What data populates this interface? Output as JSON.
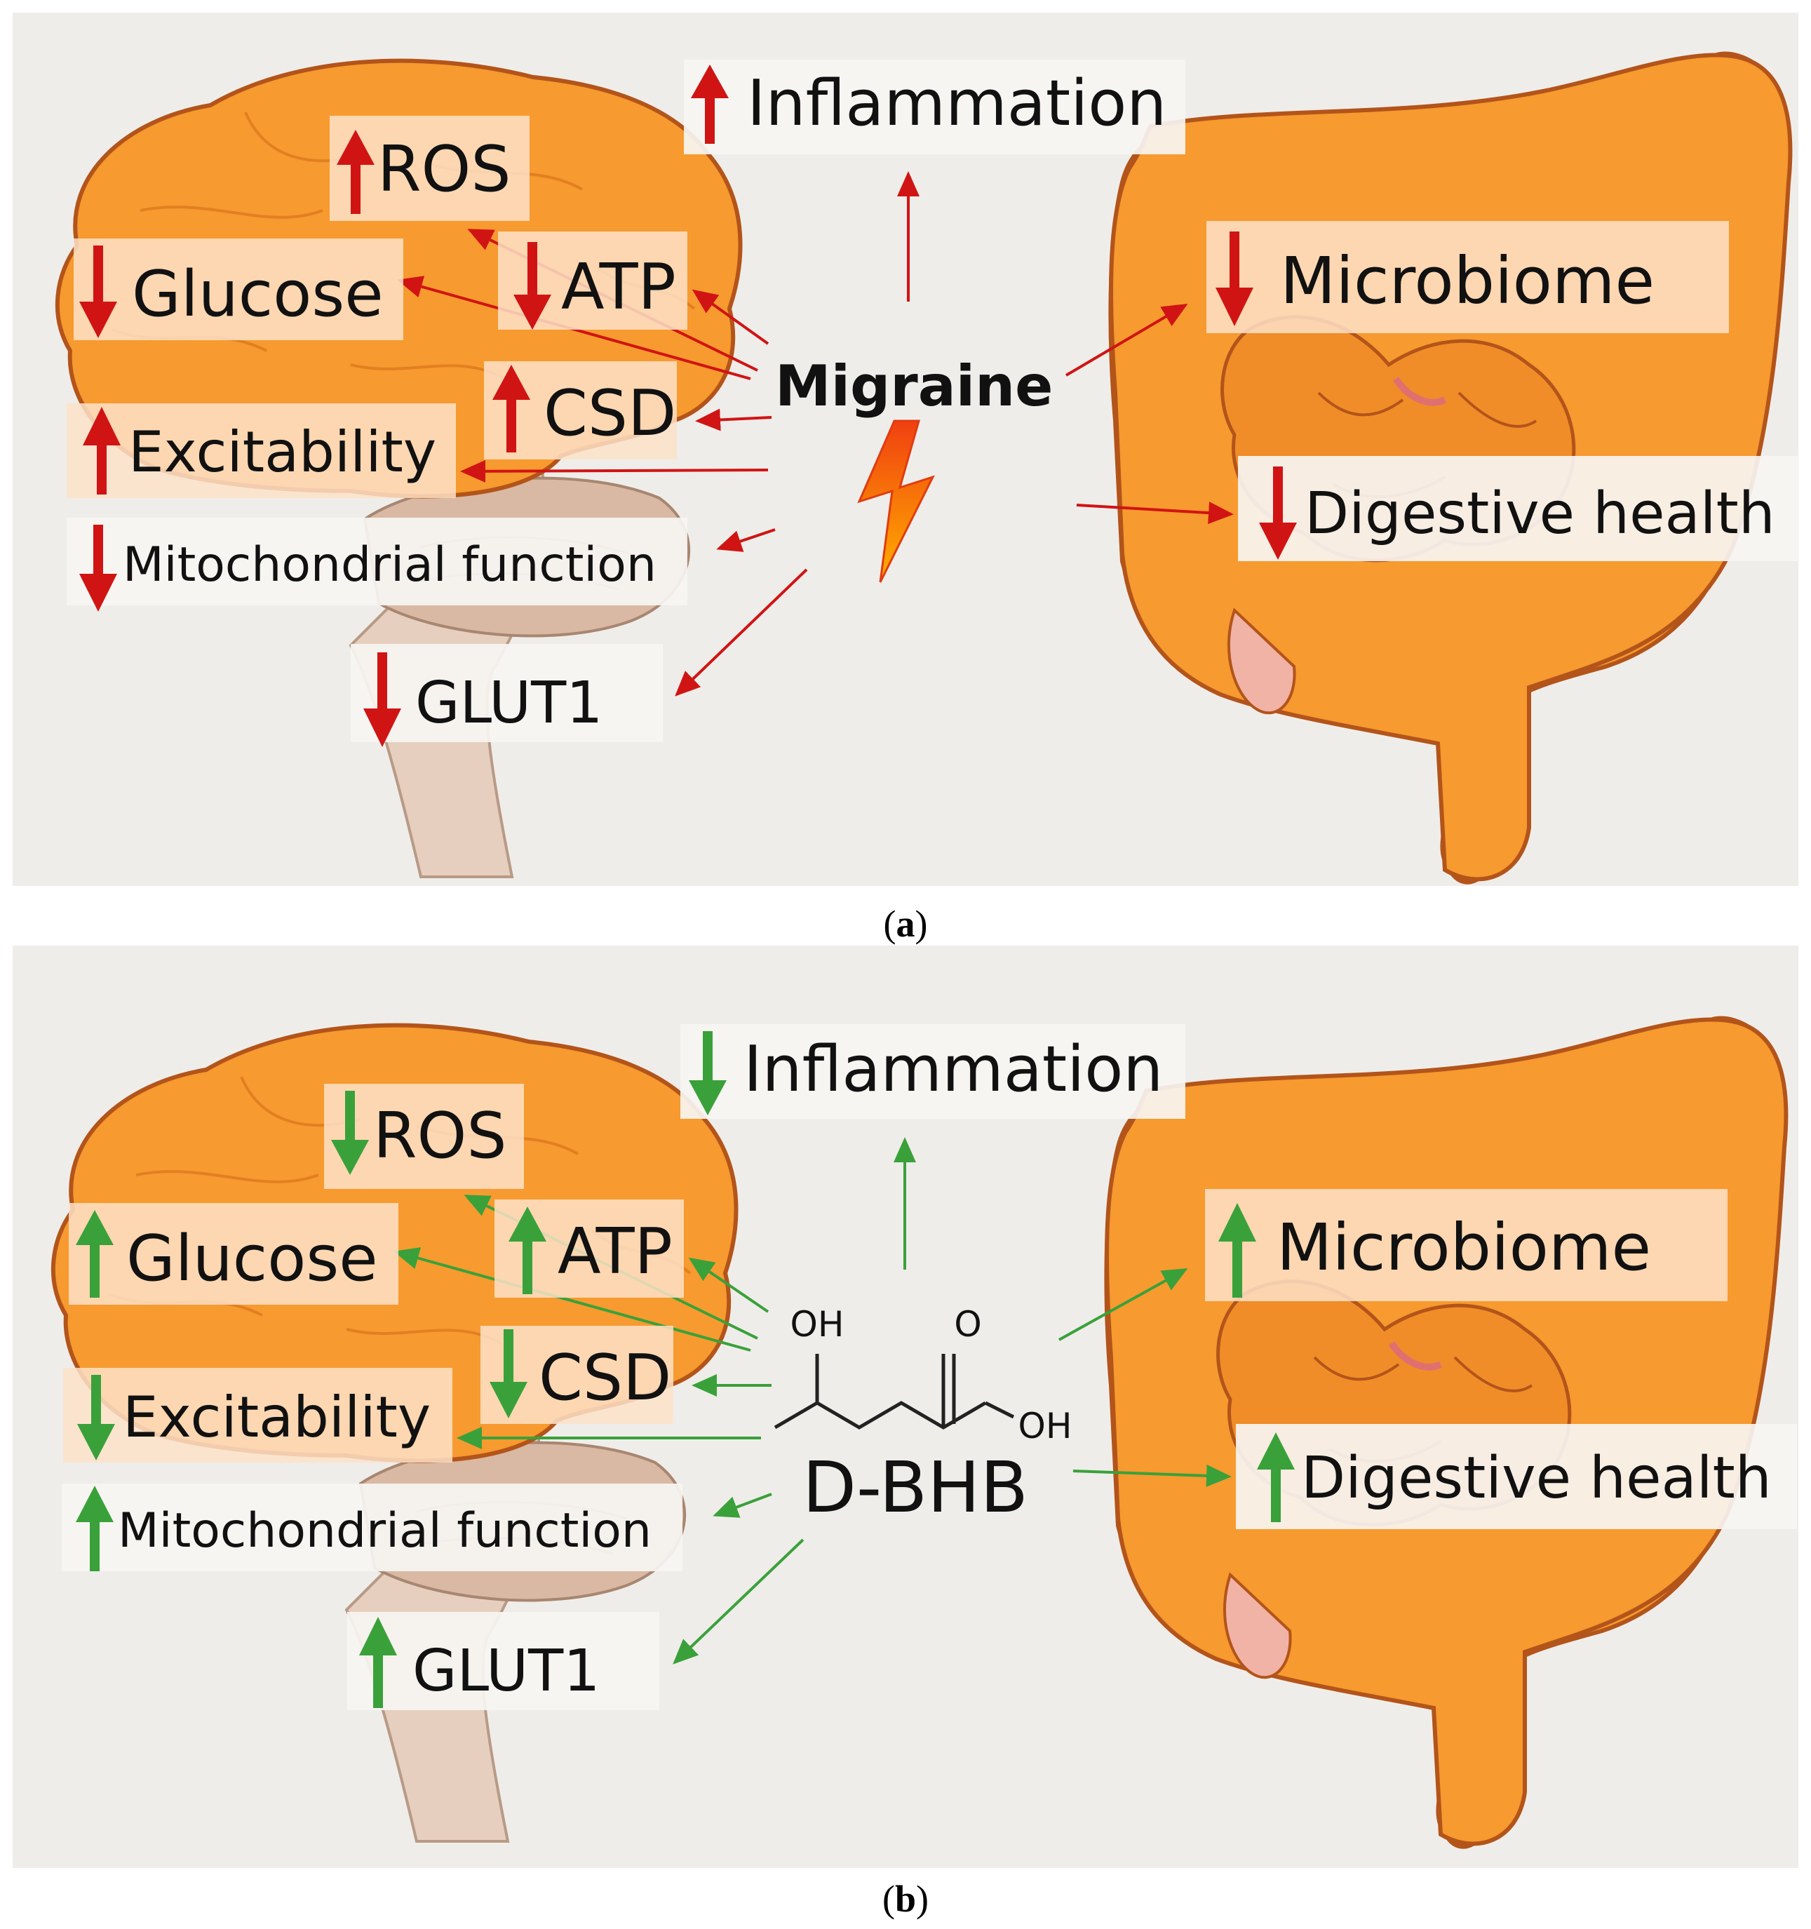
{
  "colors": {
    "panel_bg": "#efedea",
    "organ_orange": "#f79a2f",
    "organ_outline": "#b3541a",
    "up_red": "#d01414",
    "down_green": "#3aa13a",
    "brainstem": "#d9b9a3"
  },
  "icons": {
    "lightning": "lightning-bolt-icon",
    "brain": "brain-illustration",
    "intestine": "intestine-illustration"
  },
  "panel_a": {
    "caption_open": "(",
    "caption_letter": "a",
    "caption_close": ")",
    "center_label": "Migraine",
    "labels": {
      "inflammation": "Inflammation",
      "ros": "ROS",
      "glucose": "Glucose",
      "atp": "ATP",
      "csd": "CSD",
      "excitability": "Excitability",
      "mito": "Mitochondrial function",
      "glut1": "GLUT1",
      "microbiome": "Microbiome",
      "digestive": "Digestive health"
    }
  },
  "panel_b": {
    "caption_open": "(",
    "caption_letter": "b",
    "caption_close": ")",
    "center_label": "D-BHB",
    "molecule": {
      "oh_top": "OH",
      "o_top": "O",
      "oh_right": "OH"
    },
    "labels": {
      "inflammation": "Inflammation",
      "ros": "ROS",
      "glucose": "Glucose",
      "atp": "ATP",
      "csd": "CSD",
      "excitability": "Excitability",
      "mito": "Mitochondrial function",
      "glut1": "GLUT1",
      "microbiome": "Microbiome",
      "digestive": "Digestive health"
    }
  }
}
